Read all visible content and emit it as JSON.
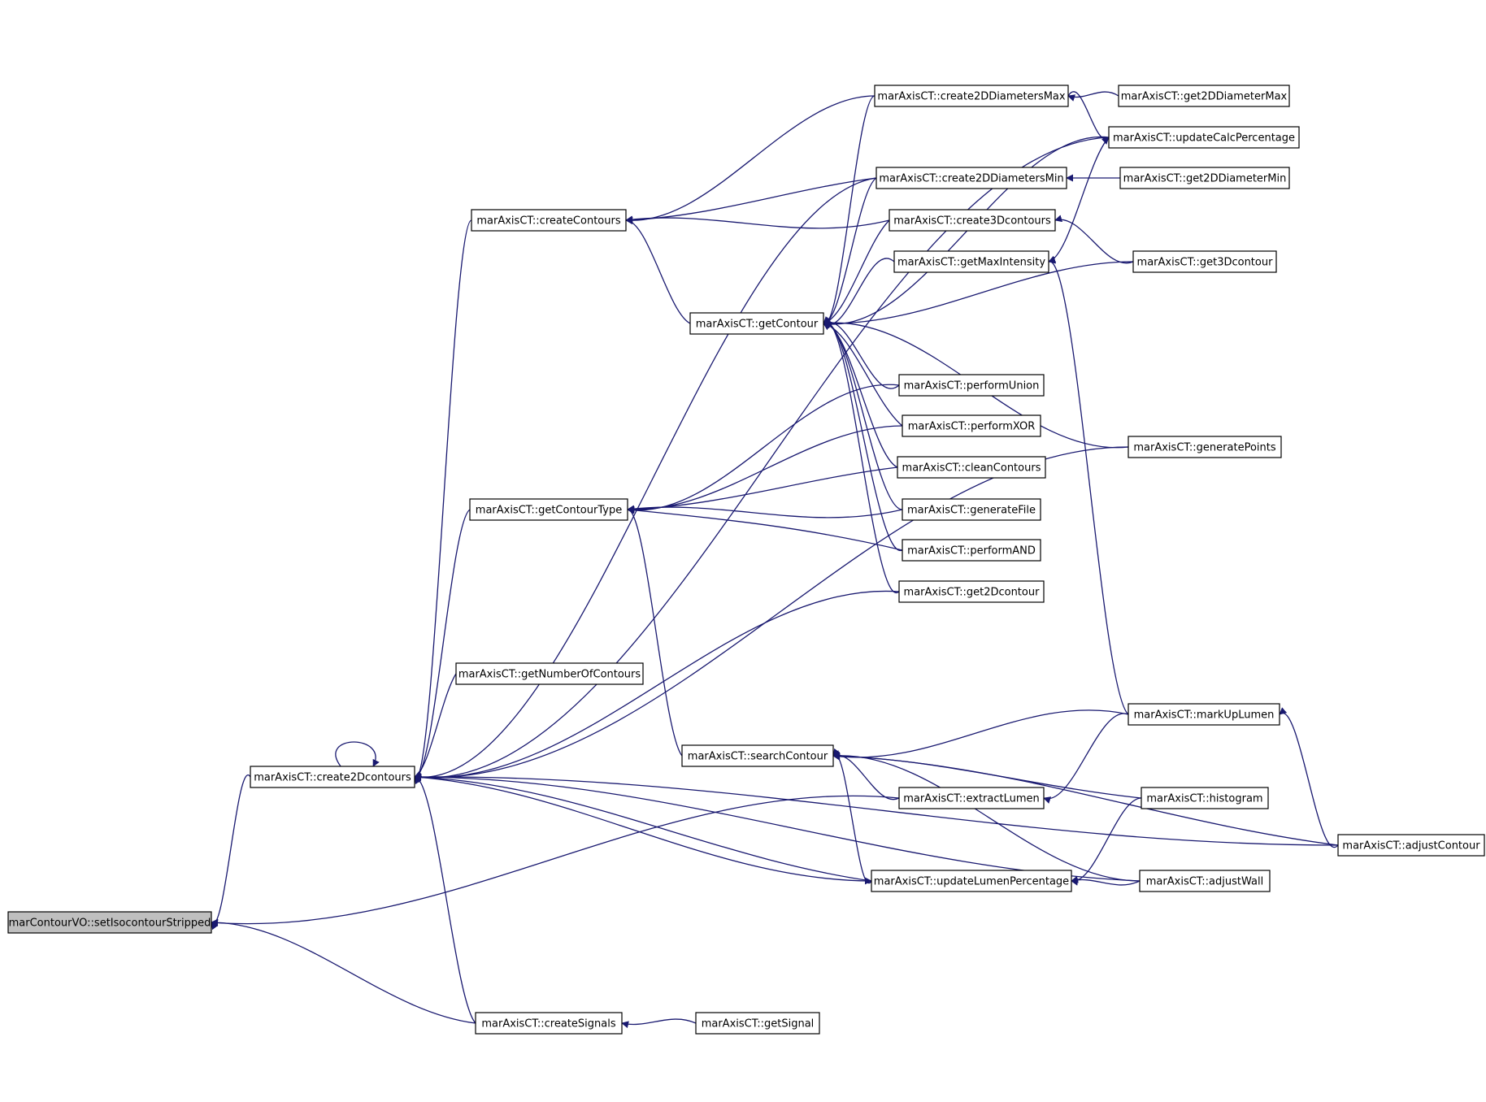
{
  "graph": {
    "colors": {
      "edge": "#191970",
      "node_fill": "#ffffff",
      "root_fill": "#bfbfbf",
      "border": "#000000"
    },
    "nodes": [
      {
        "id": "setIso",
        "label": "marContourVO::setIsocontourStripped",
        "root": true
      },
      {
        "id": "create2D",
        "label": "marAxisCT::create2Dcontours"
      },
      {
        "id": "createContours",
        "label": "marAxisCT::createContours"
      },
      {
        "id": "getContourType",
        "label": "marAxisCT::getContourType"
      },
      {
        "id": "getNumber",
        "label": "marAxisCT::getNumberOfContours"
      },
      {
        "id": "createSignals",
        "label": "marAxisCT::createSignals"
      },
      {
        "id": "getContour",
        "label": "marAxisCT::getContour"
      },
      {
        "id": "searchContour",
        "label": "marAxisCT::searchContour"
      },
      {
        "id": "getSignal",
        "label": "marAxisCT::getSignal"
      },
      {
        "id": "diamMax",
        "label": "marAxisCT::create2DDiametersMax"
      },
      {
        "id": "diamMin",
        "label": "marAxisCT::create2DDiametersMin"
      },
      {
        "id": "c3D",
        "label": "marAxisCT::create3Dcontours"
      },
      {
        "id": "maxInt",
        "label": "marAxisCT::getMaxIntensity"
      },
      {
        "id": "union",
        "label": "marAxisCT::performUnion"
      },
      {
        "id": "xor",
        "label": "marAxisCT::performXOR"
      },
      {
        "id": "clean",
        "label": "marAxisCT::cleanContours"
      },
      {
        "id": "genFile",
        "label": "marAxisCT::generateFile"
      },
      {
        "id": "and",
        "label": "marAxisCT::performAND"
      },
      {
        "id": "get2Dc",
        "label": "marAxisCT::get2Dcontour"
      },
      {
        "id": "extract",
        "label": "marAxisCT::extractLumen"
      },
      {
        "id": "updLumen",
        "label": "marAxisCT::updateLumenPercentage"
      },
      {
        "id": "get2DMax",
        "label": "marAxisCT::get2DDiameterMax"
      },
      {
        "id": "updCalc",
        "label": "marAxisCT::updateCalcPercentage"
      },
      {
        "id": "get2DMin",
        "label": "marAxisCT::get2DDiameterMin"
      },
      {
        "id": "get3D",
        "label": "marAxisCT::get3Dcontour"
      },
      {
        "id": "genPoints",
        "label": "marAxisCT::generatePoints"
      },
      {
        "id": "markUp",
        "label": "marAxisCT::markUpLumen"
      },
      {
        "id": "histogram",
        "label": "marAxisCT::histogram"
      },
      {
        "id": "adjWall",
        "label": "marAxisCT::adjustWall"
      },
      {
        "id": "adjContour",
        "label": "marAxisCT::adjustContour"
      }
    ],
    "edges": [
      {
        "from": "create2D",
        "to": "setIso"
      },
      {
        "from": "createSignals",
        "to": "setIso"
      },
      {
        "from": "createContours",
        "to": "create2D"
      },
      {
        "from": "getContourType",
        "to": "create2D"
      },
      {
        "from": "getNumber",
        "to": "create2D"
      },
      {
        "from": "createSignals",
        "to": "create2D"
      },
      {
        "from": "getContour",
        "to": "createContours"
      },
      {
        "from": "diamMax",
        "to": "createContours"
      },
      {
        "from": "diamMin",
        "to": "createContours"
      },
      {
        "from": "c3D",
        "to": "createContours"
      },
      {
        "from": "searchContour",
        "to": "getContourType"
      },
      {
        "from": "union",
        "to": "getContourType"
      },
      {
        "from": "xor",
        "to": "getContourType"
      },
      {
        "from": "clean",
        "to": "getContourType"
      },
      {
        "from": "genFile",
        "to": "getContourType"
      },
      {
        "from": "and",
        "to": "getContourType"
      },
      {
        "from": "getSignal",
        "to": "createSignals"
      },
      {
        "from": "diamMax",
        "to": "getContour"
      },
      {
        "from": "diamMin",
        "to": "getContour"
      },
      {
        "from": "c3D",
        "to": "getContour"
      },
      {
        "from": "maxInt",
        "to": "getContour"
      },
      {
        "from": "updCalc",
        "to": "getContour"
      },
      {
        "from": "get3D",
        "to": "getContour"
      },
      {
        "from": "genPoints",
        "to": "getContour"
      },
      {
        "from": "union",
        "to": "getContour"
      },
      {
        "from": "xor",
        "to": "getContour"
      },
      {
        "from": "clean",
        "to": "getContour"
      },
      {
        "from": "genFile",
        "to": "getContour"
      },
      {
        "from": "and",
        "to": "getContour"
      },
      {
        "from": "get2Dc",
        "to": "getContour"
      },
      {
        "from": "markUp",
        "to": "searchContour"
      },
      {
        "from": "histogram",
        "to": "searchContour"
      },
      {
        "from": "adjWall",
        "to": "searchContour"
      },
      {
        "from": "extract",
        "to": "searchContour"
      },
      {
        "from": "updLumen",
        "to": "searchContour"
      },
      {
        "from": "adjContour",
        "to": "searchContour"
      },
      {
        "from": "get2DMax",
        "to": "diamMax"
      },
      {
        "from": "get2DMin",
        "to": "diamMin"
      },
      {
        "from": "get3D",
        "to": "c3D"
      },
      {
        "from": "updCalc",
        "to": "maxInt"
      },
      {
        "from": "markUp",
        "to": "maxInt"
      },
      {
        "from": "markUp",
        "to": "extract"
      },
      {
        "from": "histogram",
        "to": "updLumen"
      },
      {
        "from": "adjWall",
        "to": "updLumen"
      },
      {
        "from": "adjContour",
        "to": "markUp"
      },
      {
        "from": "diamMax",
        "to": "updCalc"
      },
      {
        "from": "get2Dc",
        "to": "create2D"
      },
      {
        "from": "genPoints",
        "to": "create2D"
      },
      {
        "from": "updCalc",
        "to": "create2D"
      },
      {
        "from": "diamMin",
        "to": "create2D"
      },
      {
        "from": "updLumen",
        "to": "create2D"
      },
      {
        "from": "adjWall",
        "to": "create2D"
      },
      {
        "from": "adjContour",
        "to": "create2D"
      },
      {
        "from": "create2D",
        "to": "updLumen"
      },
      {
        "from": "create2D",
        "to": "create2D"
      },
      {
        "from": "extract",
        "to": "setIso"
      }
    ]
  }
}
